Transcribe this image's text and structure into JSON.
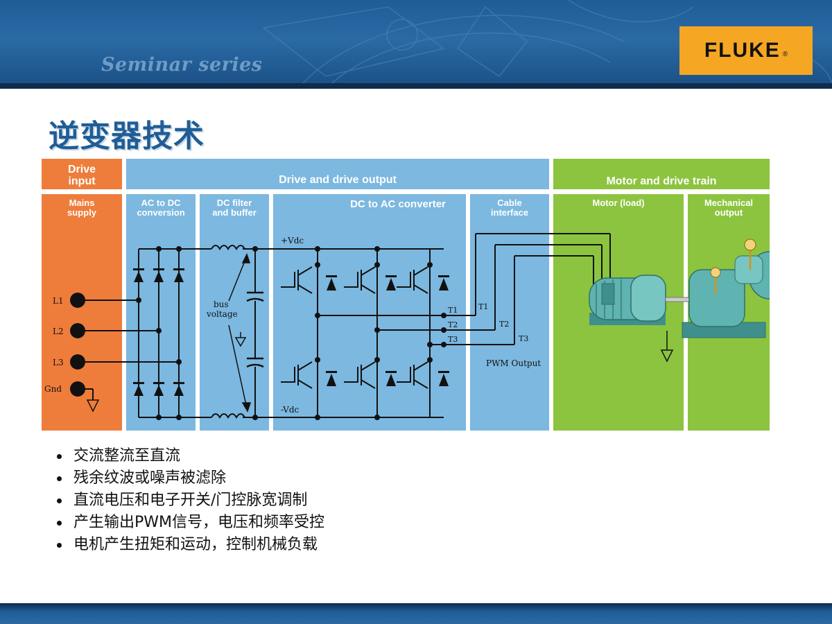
{
  "header": {
    "seminar": "Seminar series",
    "logo": "FLUKE",
    "logo_reg": "®"
  },
  "title": "逆变器技术",
  "diagram": {
    "sections": {
      "drive_input": [
        "Drive",
        "input"
      ],
      "drive_output": "Drive and drive output",
      "motor_train": "Motor and drive train"
    },
    "subsections": {
      "mains": [
        "Mains",
        "supply"
      ],
      "ac_dc": [
        "AC to DC",
        "conversion"
      ],
      "dc_filter": [
        "DC filter",
        "and buffer"
      ],
      "dc_ac": "DC to AC converter",
      "cable": [
        "Cable",
        "interface"
      ],
      "motor": "Motor (load)",
      "mechanical": [
        "Mechanical",
        "output"
      ]
    },
    "circuit": {
      "l1": "L1",
      "l2": "L2",
      "l3": "L3",
      "gnd": "Gnd",
      "vdc_pos": "+Vdc",
      "vdc_neg": "-Vdc",
      "bus": [
        "bus",
        "voltage"
      ],
      "t1": "T1",
      "t2": "T2",
      "t3": "T3",
      "pwm": "PWM Output"
    },
    "colors": {
      "orange": "#ee7d3b",
      "blue": "#7cb8e0",
      "green": "#8cc43f",
      "motor": "#5fb3b0"
    }
  },
  "bullets": [
    "交流整流至直流",
    "残余纹波或噪声被滤除",
    "直流电压和电子开关/门控脉宽调制",
    "产生输出PWM信号，电压和频率受控",
    "电机产生扭矩和运动，控制机械负载"
  ]
}
